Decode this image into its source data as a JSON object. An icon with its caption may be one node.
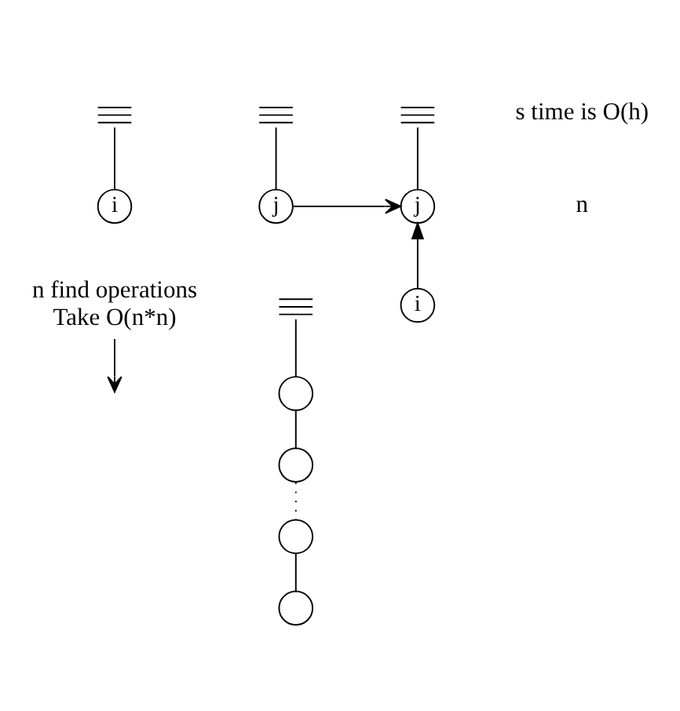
{
  "diagram": {
    "nodes": [
      {
        "text": [],
        "shape": "bar"
      },
      {
        "text": [],
        "shape": "bar"
      },
      {
        "text": [
          "i"
        ]
      },
      {
        "text": [
          "j"
        ]
      },
      {
        "text": [],
        "shape": "bar"
      },
      {
        "text": [
          "j"
        ]
      },
      {
        "text": [
          "i"
        ]
      },
      {
        "text": [
          "n find operations",
          "Take O(n*n)"
        ]
      },
      {
        "text": [],
        "shape": "bar"
      },
      {
        "text": [],
        "shape": "circle"
      },
      {
        "text": [],
        "shape": "circle"
      },
      {
        "text": [],
        "shape": "circle"
      },
      {
        "text": [],
        "shape": "circle"
      }
    ],
    "edges": [
      {
        "from": 0,
        "to": 2,
        "arrow": "none"
      },
      {
        "from": 1,
        "to": 3,
        "arrow": "none"
      },
      {
        "from": 3,
        "to": 5,
        "arrow": "to"
      },
      {
        "from": 4,
        "to": 5,
        "arrow": "none"
      },
      {
        "from": 6,
        "to": 5,
        "arrow": "to"
      },
      {
        "from": 7,
        "to": null,
        "arrow": "to"
      },
      {
        "from": 8,
        "to": 9,
        "arrow": "none"
      },
      {
        "from": 9,
        "to": 10,
        "arrow": "none"
      },
      {
        "from": 10,
        "to": 11,
        "arrow": "none",
        "style": "dashed"
      },
      {
        "from": 11,
        "to": 12,
        "arrow": "none"
      }
    ],
    "labels": [
      "s time is O(h)",
      "n"
    ]
  }
}
